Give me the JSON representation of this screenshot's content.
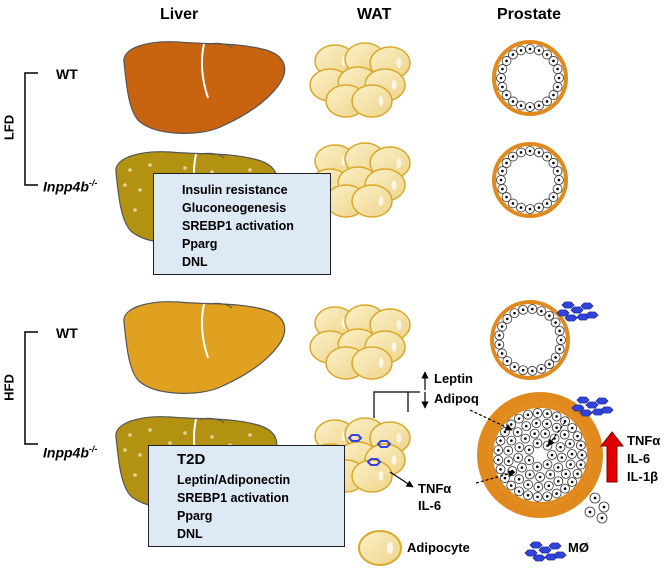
{
  "headers": {
    "liver": "Liver",
    "wat": "WAT",
    "prostate": "Prostate"
  },
  "groups": {
    "lfd": "LFD",
    "hfd": "HFD"
  },
  "genotypes": {
    "wt": "WT",
    "ko_base": "Inpp4b",
    "ko_sup": "-/-"
  },
  "lfd_liver_effects": [
    "Insulin resistance",
    "Gluconeogenesis",
    "SREBP1 activation",
    "Pparg",
    "DNL"
  ],
  "hfd_liver_effects": {
    "title": "T2D",
    "items": [
      "Leptin/Adiponectin",
      "SREBP1 activation",
      "Pparg",
      "DNL"
    ]
  },
  "wat_secreted": {
    "leptin": "Leptin",
    "adipoq": "Adipoq",
    "tnf": "TNFα",
    "il6": "IL-6"
  },
  "prostate_cytokines": [
    "TNFα",
    "IL-6",
    "IL-1β"
  ],
  "legend": {
    "adipocyte": "Adipocyte",
    "macrophage": "MØ"
  },
  "colors": {
    "liver_wt_lfd": "#c8640f",
    "liver_wt_hfd": "#e0a020",
    "liver_fatty": "#b39212",
    "adipocyte_fill": "#f5e3a8",
    "adipocyte_edge": "#d9a828",
    "prostate_ring": "#e08a1e",
    "macrophage": "#3344dd",
    "arrow_red": "#e00000",
    "box_fill": "#dde9f5"
  }
}
